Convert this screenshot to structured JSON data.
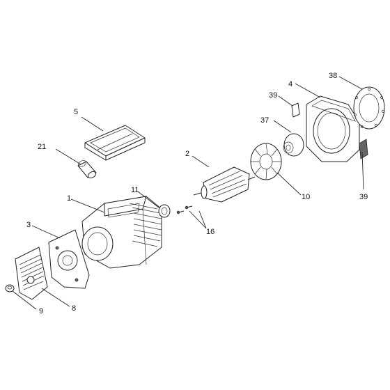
{
  "callouts": [
    {
      "id": "c1",
      "label": "1"
    },
    {
      "id": "c2",
      "label": "2"
    },
    {
      "id": "c3",
      "label": "3"
    },
    {
      "id": "c4",
      "label": "4"
    },
    {
      "id": "c5",
      "label": "5"
    },
    {
      "id": "c8",
      "label": "8"
    },
    {
      "id": "c9",
      "label": "9"
    },
    {
      "id": "c10",
      "label": "10"
    },
    {
      "id": "c11",
      "label": "11"
    },
    {
      "id": "c16",
      "label": "16"
    },
    {
      "id": "c21",
      "label": "21"
    },
    {
      "id": "c37",
      "label": "37"
    },
    {
      "id": "c38",
      "label": "38"
    },
    {
      "id": "c39a",
      "label": "39"
    },
    {
      "id": "c39b",
      "label": "39"
    }
  ]
}
